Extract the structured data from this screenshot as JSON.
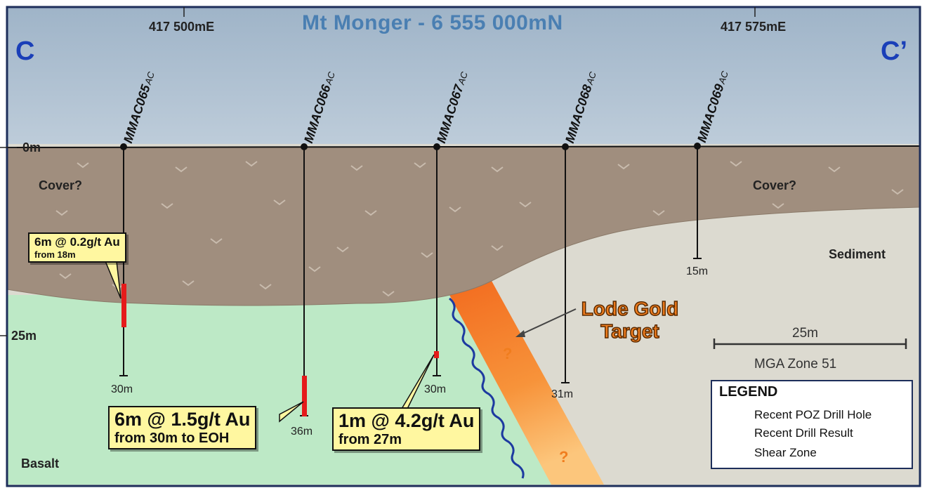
{
  "title": "Mt Monger - 6 555 000mN",
  "section": {
    "start": "C",
    "end": "C’"
  },
  "eastings": [
    "417 500mE",
    "417 575mE"
  ],
  "depth_labels": [
    "0m",
    "25m"
  ],
  "units": [
    "Cover?",
    "Cover?",
    "Sediment",
    "Basalt"
  ],
  "drill_holes": [
    {
      "id": "MMAC065",
      "type": "AC",
      "end_depth": "30m"
    },
    {
      "id": "MMAC066",
      "type": "AC",
      "end_depth": "36m"
    },
    {
      "id": "MMAC067",
      "type": "AC",
      "end_depth": "30m"
    },
    {
      "id": "MMAC068",
      "type": "AC",
      "end_depth": "31m"
    },
    {
      "id": "MMAC069",
      "type": "AC",
      "end_depth": "15m"
    }
  ],
  "results": [
    {
      "line1": "6m @ 0.2g/t Au",
      "line2": "from 18m"
    },
    {
      "line1": "6m @ 1.5g/t Au",
      "line2": "from 30m to EOH"
    },
    {
      "line1": "1m @ 4.2g/t Au",
      "line2": "from 27m"
    }
  ],
  "target": {
    "line1": "Lode Gold",
    "line2": "Target",
    "marker": "?"
  },
  "scale": {
    "length": "25m",
    "zone": "MGA Zone 51"
  },
  "legend": {
    "title": "LEGEND",
    "items": [
      "Recent POZ Drill Hole",
      "Recent  Drill Result",
      "Shear Zone"
    ]
  },
  "colors": {
    "sky_top": "#9fb4c8",
    "sky_bottom": "#f6f8fa",
    "cover": "#a08e7e",
    "sediment": "#dcdad0",
    "basalt": "#bde9c6",
    "lode_orange": "#f07d1e",
    "intercept_red": "#e51b1b",
    "frame_blue": "#1d2e5a",
    "shear_blue": "#1d3aa0",
    "title_blue": "#4a7fb2"
  }
}
